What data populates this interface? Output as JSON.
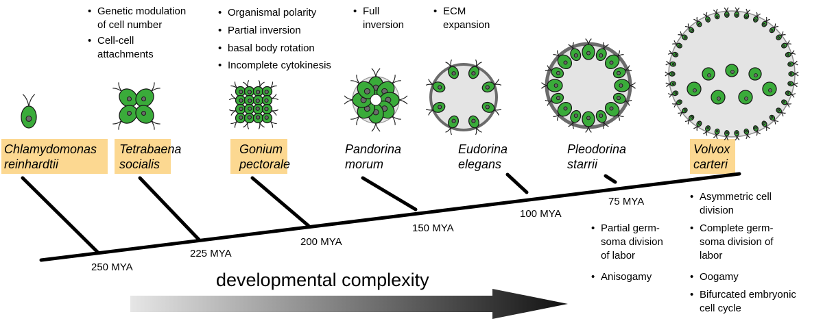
{
  "species": [
    {
      "name_line1": "Chlamydomonas",
      "name_line2": "reinhardtii",
      "highlighted": true
    },
    {
      "name_line1": "Tetrabaena",
      "name_line2": "socialis",
      "highlighted": true
    },
    {
      "name_line1": "Gonium",
      "name_line2": "pectorale",
      "highlighted": true
    },
    {
      "name_line1": "Pandorina",
      "name_line2": "morum",
      "highlighted": false
    },
    {
      "name_line1": "Eudorina",
      "name_line2": "elegans",
      "highlighted": false
    },
    {
      "name_line1": "Pleodorina",
      "name_line2": "starrii",
      "highlighted": false
    },
    {
      "name_line1": "Volvox",
      "name_line2": "carteri",
      "highlighted": true
    }
  ],
  "timepoints": [
    "250 MYA",
    "225 MYA",
    "200 MYA",
    "150 MYA",
    "100 MYA",
    "75 MYA"
  ],
  "innovations_top": {
    "group1": [
      "Genetic modulation",
      "of cell number",
      "Cell-cell",
      "attachments"
    ],
    "group2": [
      "Organismal polarity",
      "Partial inversion",
      "basal body rotation",
      "Incomplete cytokinesis"
    ],
    "group3": [
      "Full",
      "inversion"
    ],
    "group4": [
      "ECM",
      "expansion"
    ]
  },
  "innovations_bottom": {
    "pleodorina": [
      "Partial germ-",
      "soma division",
      "of labor",
      "Anisogamy"
    ],
    "volvox": [
      "Asymmetric cell",
      "division",
      "Complete germ-",
      "soma division of",
      "labor",
      "Oogamy",
      "Bifurcated embryonic",
      "cell cycle"
    ]
  },
  "arrow_label": "developmental complexity",
  "colors": {
    "highlight": "#fcd891",
    "cell_green": "#3aab3a",
    "ecm_grey": "#e4e4e4",
    "rim_grey": "#6b6b6b",
    "line": "#000000"
  }
}
